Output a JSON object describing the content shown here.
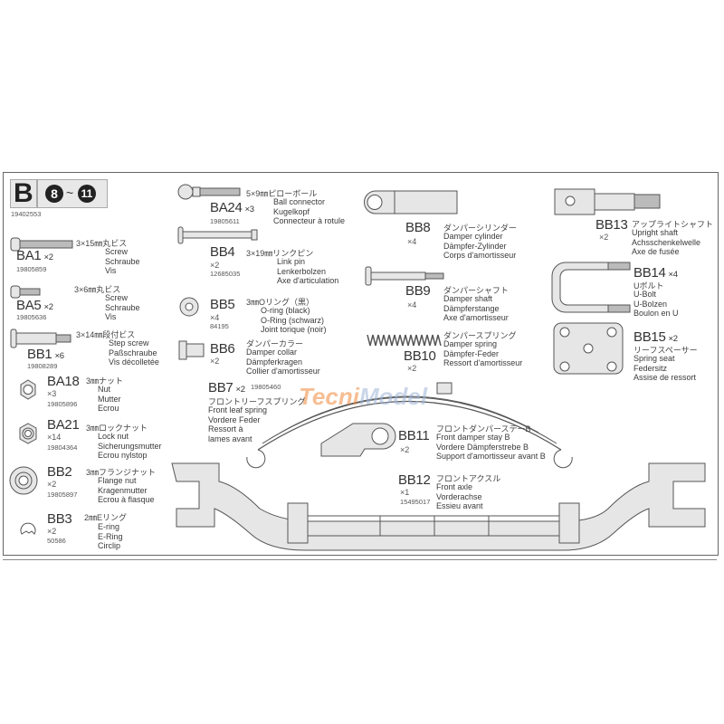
{
  "header": {
    "letter": "B",
    "steps_from": "8",
    "steps_sep": "~",
    "steps_to": "11",
    "catalog_no": "19402553"
  },
  "watermark": {
    "part1": "Tecni",
    "part2": "Model",
    "color1": "#f08a3c",
    "color2": "#9fb6d8"
  },
  "parts": {
    "BA1": {
      "id": "BA1",
      "qty": "×2",
      "code": "19805859",
      "jp": "3×15㎜丸ビス",
      "en": "Screw",
      "de": "Schraube",
      "fr": "Vis"
    },
    "BA5": {
      "id": "BA5",
      "qty": "×2",
      "code": "19805636",
      "jp": "3×6㎜丸ビス",
      "en": "Screw",
      "de": "Schraube",
      "fr": "Vis"
    },
    "BB1": {
      "id": "BB1",
      "qty": "×6",
      "code": "19808289",
      "jp": "3×14㎜段付ビス",
      "en": "Step screw",
      "de": "Paßschraube",
      "fr": "Vis décolletée"
    },
    "BA18": {
      "id": "BA18",
      "qty": "×3",
      "code": "19805896",
      "jp": "3㎜ナット",
      "en": "Nut",
      "de": "Mutter",
      "fr": "Ecrou"
    },
    "BA21": {
      "id": "BA21",
      "qty": "×14",
      "code": "19804364",
      "jp": "3㎜ロックナット",
      "en": "Lock nut",
      "de": "Sicherungsmutter",
      "fr": "Ecrou nylstop"
    },
    "BB2": {
      "id": "BB2",
      "qty": "×2",
      "code": "19805897",
      "jp": "3㎜フランジナット",
      "en": "Flange nut",
      "de": "Kragenmutter",
      "fr": "Ecrou à flasque"
    },
    "BB3": {
      "id": "BB3",
      "qty": "×2",
      "code": "50586",
      "jp": "2㎜Eリング",
      "en": "E-ring",
      "de": "E-Ring",
      "fr": "Circlip"
    },
    "BA24": {
      "id": "BA24",
      "qty": "×3",
      "code": "19805611",
      "jp": "5×9㎜ピローボール",
      "en": "Ball connector",
      "de": "Kugelkopf",
      "fr": "Connecteur à rotule"
    },
    "BB4": {
      "id": "BB4",
      "qty": "×2",
      "code": "12685035",
      "jp": "3×19㎜リンクピン",
      "en": "Link pin",
      "de": "Lenkerbolzen",
      "fr": "Axe d'articulation"
    },
    "BB5": {
      "id": "BB5",
      "qty": "×4",
      "code": "84195",
      "jp": "3㎜Oリング（黒）",
      "en": "O-ring (black)",
      "de": "O-Ring (schwarz)",
      "fr": "Joint torique (noir)"
    },
    "BB6": {
      "id": "BB6",
      "qty": "×2",
      "jp": "ダンパーカラー",
      "en": "Damper collar",
      "de": "Dämpferkragen",
      "fr": "Collier d'amortisseur"
    },
    "BB7": {
      "id": "BB7",
      "qty": "×2",
      "code": "19805460",
      "jp": "フロントリーフスプリング",
      "en": "Front leaf spring",
      "de": "Vordere Feder",
      "fr1": "Ressort à",
      "fr2": "lames avant"
    },
    "BB8": {
      "id": "BB8",
      "qty": "×4",
      "jp": "ダンパーシリンダー",
      "en": "Damper cylinder",
      "de": "Dämpfer-Zylinder",
      "fr": "Corps d'amortisseur"
    },
    "BB9": {
      "id": "BB9",
      "qty": "×4",
      "jp": "ダンパーシャフト",
      "en": "Damper shaft",
      "de": "Dämpferstange",
      "fr": "Axe d'amortisseur"
    },
    "BB10": {
      "id": "BB10",
      "qty": "×2",
      "jp": "ダンパースプリング",
      "en": "Damper spring",
      "de": "Dämpfer-Feder",
      "fr": "Ressort d'amortisseur"
    },
    "BB11": {
      "id": "BB11",
      "qty": "×2",
      "jp": "フロントダンパーステーB",
      "en": "Front damper stay B",
      "de": "Vordere Dämpferstrebe B",
      "fr": "Support d'amortisseur avant B"
    },
    "BB12": {
      "id": "BB12",
      "qty": "×1",
      "code": "15495017",
      "jp": "フロントアクスル",
      "en": "Front axle",
      "de": "Vorderachse",
      "fr": "Essieu avant"
    },
    "BB13": {
      "id": "BB13",
      "qty": "×2",
      "jp": "アップライトシャフト",
      "en": "Upright shaft",
      "de": "Achsschenkelwelle",
      "fr": "Axe de fusée"
    },
    "BB14": {
      "id": "BB14",
      "qty": "×4",
      "jp": "Uボルト",
      "en": "U-Bolt",
      "de": "U-Bolzen",
      "fr": "Boulon en U"
    },
    "BB15": {
      "id": "BB15",
      "qty": "×2",
      "jp": "リーフスペーサー",
      "en": "Spring seat",
      "de": "Federsitz",
      "fr": "Assise de ressort"
    }
  }
}
